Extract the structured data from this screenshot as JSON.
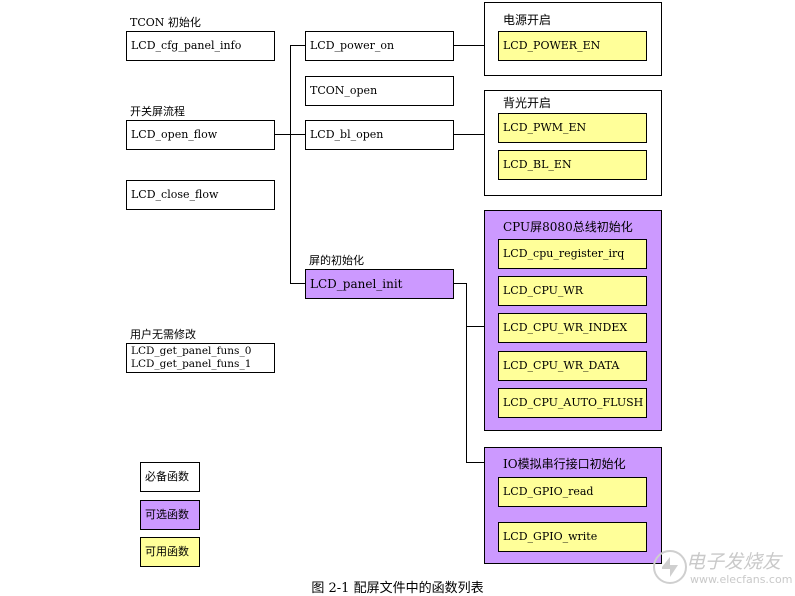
{
  "labels": {
    "tcon_init": "TCON 初始化",
    "open_close_flow": "开关屏流程",
    "panel_init": "屏的初始化",
    "user_no_modify": "用户无需修改"
  },
  "left_boxes": {
    "cfg_panel_info": "LCD_cfg_panel_info",
    "open_flow": "LCD_open_flow",
    "close_flow": "LCD_close_flow",
    "get_panel_funs_0": "LCD_get_panel_funs_0",
    "get_panel_funs_1": "LCD_get_panel_funs_1"
  },
  "middle_boxes": {
    "power_on": "LCD_power_on",
    "tcon_open": "TCON_open",
    "bl_open": "LCD_bl_open",
    "panel_init": "LCD_panel_init"
  },
  "groups": {
    "power": {
      "title": "电源开启",
      "items": [
        "LCD_POWER_EN"
      ]
    },
    "backlight": {
      "title": "背光开启",
      "items": [
        "LCD_PWM_EN",
        "LCD_BL_EN"
      ]
    },
    "cpu8080": {
      "title": "CPU屏8080总线初始化",
      "items": [
        "LCD_cpu_register_irq",
        "LCD_CPU_WR",
        "LCD_CPU_WR_INDEX",
        "LCD_CPU_WR_DATA",
        "LCD_CPU_AUTO_FLUSH"
      ]
    },
    "io_serial": {
      "title": "IO模拟串行接口初始化",
      "items": [
        "LCD_GPIO_read",
        "LCD_GPIO_write"
      ]
    }
  },
  "legend": {
    "required": "必备函数",
    "optional": "可选函数",
    "available": "可用函数"
  },
  "caption": "图 2-1  配屏文件中的函数列表",
  "watermark": {
    "line1": "电子发烧友",
    "line2": "www.elecfans.com"
  },
  "colors": {
    "optional": "#cc99ff",
    "available": "#ffff99",
    "required": "#ffffff"
  }
}
